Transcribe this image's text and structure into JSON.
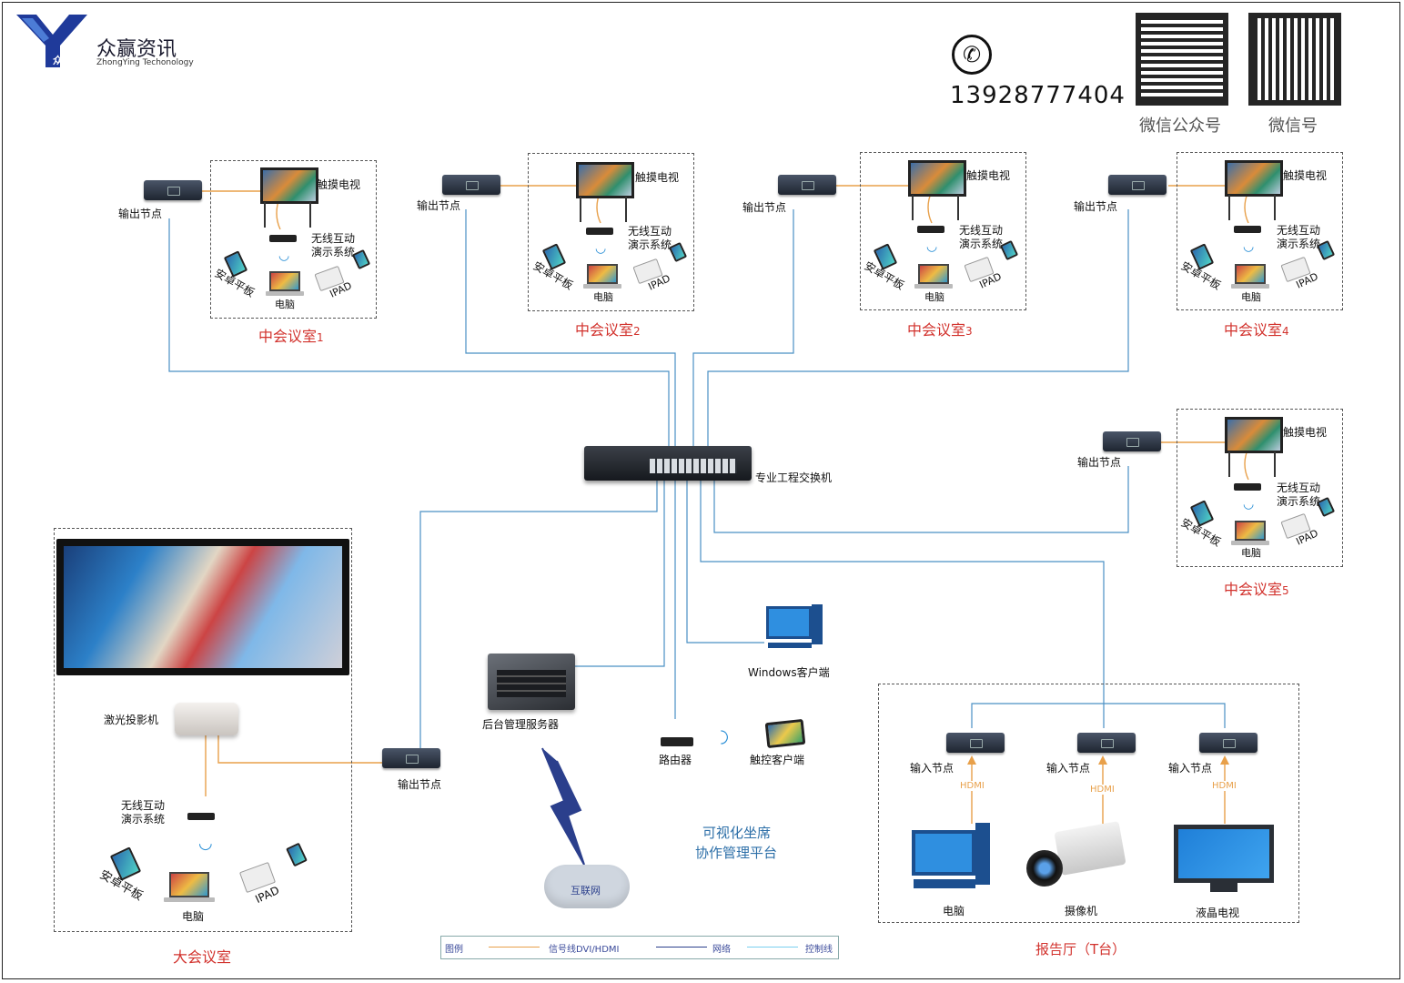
{
  "header": {
    "company_cn": "众赢资讯",
    "company_en": "ZhongYing Techonology",
    "logo_mark": "众赢",
    "phone": "13928777404",
    "qr_labels": [
      "微信公众号",
      "微信号"
    ]
  },
  "labels": {
    "output_node": "输出节点",
    "input_node": "输入节点",
    "touch_tv": "触摸电视",
    "wireless_line1": "无线互动",
    "wireless_line2": "演示系统",
    "android_tablet": "安卓平板",
    "computer": "电脑",
    "ipad": "IPAD",
    "switch": "专业工程交换机",
    "server": "后台管理服务器",
    "router": "路由器",
    "touch_client": "触控客户端",
    "windows_client": "Windows客户端",
    "internet": "互联网",
    "platform_line1": "可视化坐席",
    "platform_line2": "协作管理平台",
    "laser_projector": "激光投影机",
    "camera": "摄像机",
    "lcd_tv": "液晶电视",
    "hdmi": "HDMI"
  },
  "rooms": {
    "m1": "中会议室",
    "m1n": "1",
    "m2": "中会议室",
    "m2n": "2",
    "m3": "中会议室",
    "m3n": "3",
    "m4": "中会议室",
    "m4n": "4",
    "m5": "中会议室",
    "m5n": "5",
    "big": "大会议室",
    "hall": "报告厅（T台）"
  },
  "legend": {
    "title": "图例",
    "signal": "信号线DVI/HDMI",
    "network": "网络",
    "control": "控制线"
  },
  "colors": {
    "network_line": "#4a90c4",
    "signal_line": "#e8a04a",
    "room_title": "#d2322d",
    "legend_text": "#3a4a9a"
  }
}
